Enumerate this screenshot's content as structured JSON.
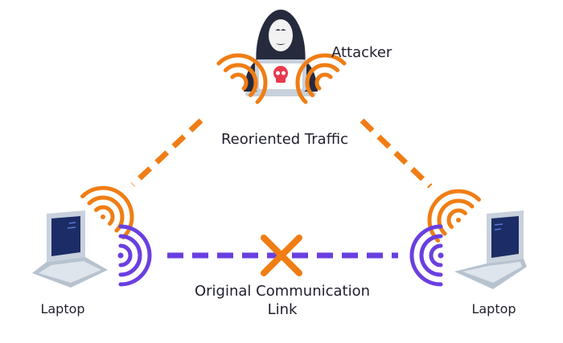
{
  "labels": {
    "attacker": "Attacker",
    "rerouted": "Reoriented Traffic",
    "original_line1": "Original Communication",
    "original_line2": "Link",
    "laptop_left": "Laptop",
    "laptop_right": "Laptop"
  },
  "colors": {
    "orange": "#f07d14",
    "purple": "#6a3fe0",
    "cross": "#f07d14",
    "hood": "#252a3d",
    "hood_shadow": "#3a4060",
    "mask": "#f2f2f2",
    "laptop_body": "#c8d1dc",
    "laptop_screen": "#1c2c66",
    "skull": "#e8394f",
    "text": "#1f1f2e"
  },
  "icons": {
    "attacker": "hooded-hacker-icon",
    "laptop": "laptop-icon",
    "signal": "wifi-signal-icon",
    "blocked": "cross-icon"
  }
}
